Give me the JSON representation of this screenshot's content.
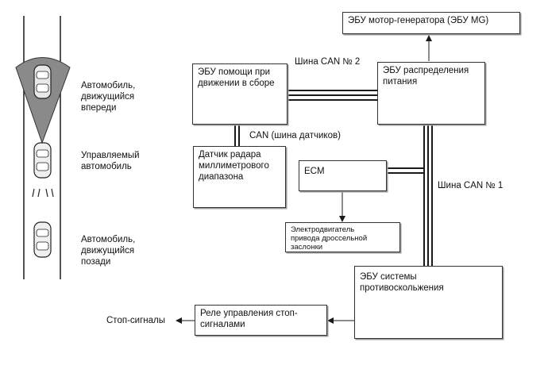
{
  "vehicles": {
    "front": "Автомобиль,\nдвижущийся\nвпереди",
    "controlled": "Управляемый\nавтомобиль",
    "rear": "Автомобиль,\nдвижущийся\nпозади"
  },
  "boxes": {
    "mg_ecu": "ЭБУ мотор-генератора (ЭБУ MG)",
    "driving_support_ecu": "ЭБУ помощи при\nдвижении в сборе",
    "power_management_ecu": "ЭБУ распределения\nпитания",
    "radar_sensor": "Датчик радара\nмиллиметрового\nдиапазона",
    "ecm": "ECM",
    "throttle_motor": "Электродвигатель\nпривода дроссельной\nзаслонки",
    "skid_control_ecu": "ЭБУ системы\nпротивоскольжения",
    "stop_light_relay": "Реле управления стоп-\nсигналами"
  },
  "labels": {
    "can2": "Шина CAN № 2",
    "can_sensor": "CAN (шина датчиков)",
    "can1": "Шина CAN № 1",
    "stop_lights": "Стоп-сигналы"
  },
  "colors": {
    "line": "#1a1a1a",
    "radar_cone": "#8a8a8a",
    "box_shadow": "#9a9a9a"
  }
}
